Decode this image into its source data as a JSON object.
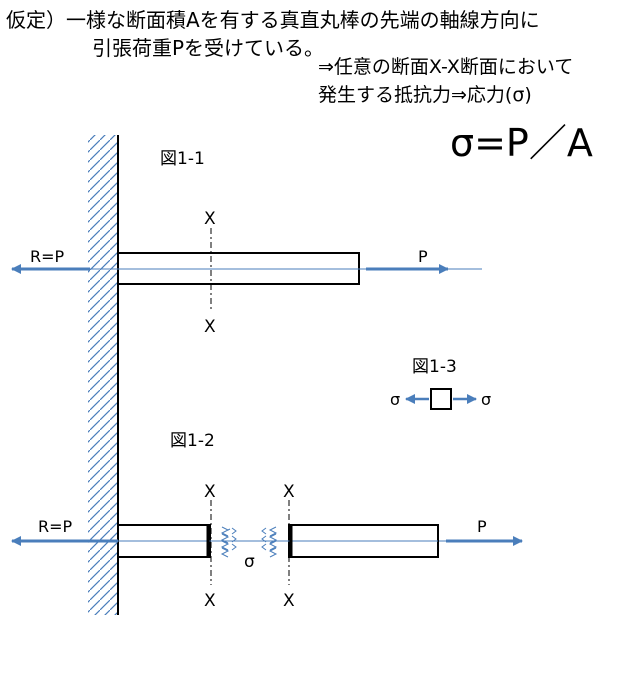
{
  "text": {
    "line1": "仮定）一様な断面積Aを有する真直丸棒の先端の軸線方向に",
    "line2": "引張荷重Pを受けている。",
    "line3": "⇒任意の断面X-X断面において",
    "line4": "発生する抵抗力⇒応力(σ)",
    "formula": "σ=P／A"
  },
  "fig1": {
    "title": "図1-1",
    "reaction": "R=P",
    "load": "P",
    "section_top": "X",
    "section_bottom": "X"
  },
  "fig2": {
    "title": "図1-2",
    "reaction": "R=P",
    "load": "P",
    "stress": "σ",
    "left_section_top": "X",
    "left_section_bottom": "X",
    "right_section_top": "X",
    "right_section_bottom": "X"
  },
  "fig3": {
    "title": "図1-3",
    "left_stress": "σ",
    "right_stress": "σ"
  },
  "colors": {
    "arrow": "#4a7ebb",
    "line": "#000000"
  }
}
